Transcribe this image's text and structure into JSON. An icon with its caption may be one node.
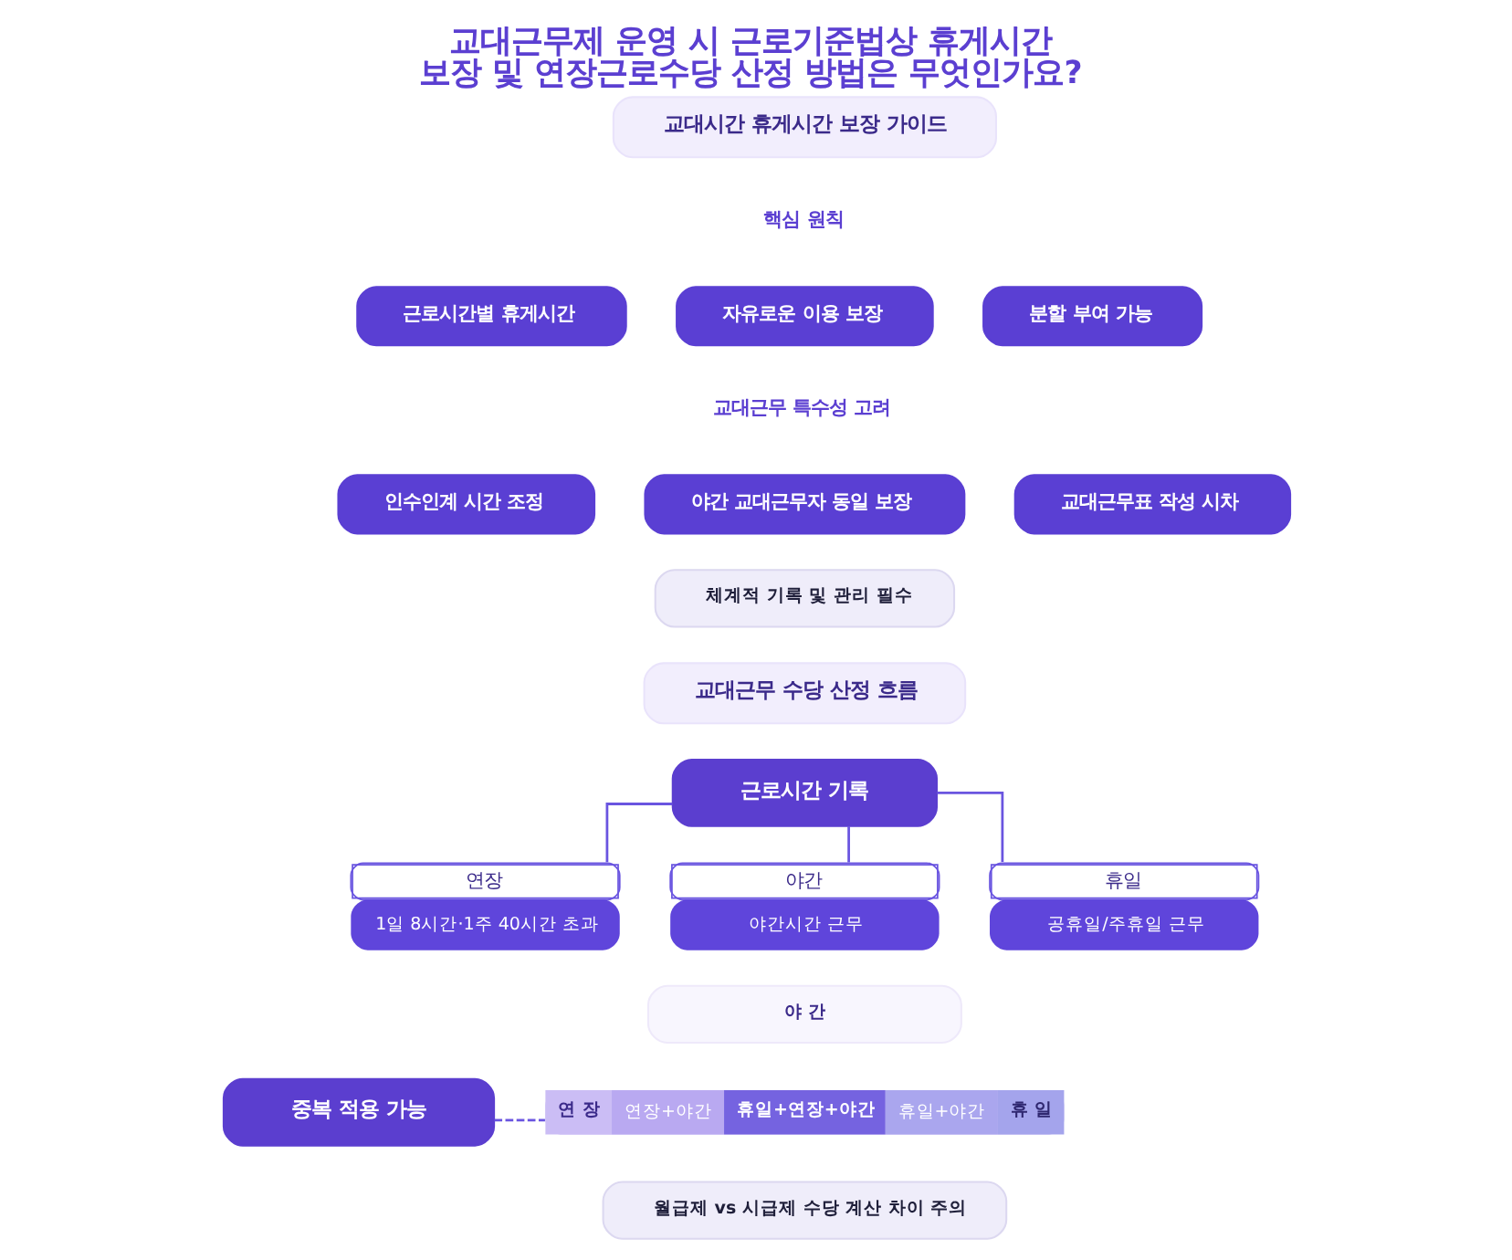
{
  "diagram": {
    "title": "교대근무제 운영 시 근로기준법상 휴게시간 보장 및 연장근로수당 산정 방법은 무엇인가요?",
    "nodes": [
      {
        "text": [
          "교대시간 휴게시간 보장 가이드"
        ]
      },
      {
        "text": [
          "근로시간별 휴게시간"
        ]
      },
      {
        "text": [
          "자유로운 이용 보장"
        ]
      },
      {
        "text": [
          "분할 부여 가능"
        ]
      },
      {
        "text": [
          "인수인계 시간 조정"
        ]
      },
      {
        "text": [
          "야간 교대근무자 동일 보장"
        ]
      },
      {
        "text": [
          "교대근무표 작성 시차"
        ]
      },
      {
        "text": [
          "체계적 기록 및 관리 필수"
        ]
      },
      {
        "text": [
          "교대근무 수당 산정 흐름"
        ]
      },
      {
        "text": [
          "근로시간 기록"
        ]
      },
      {
        "text": [
          "연장",
          "1일 8시간·1주 40시간 초과"
        ]
      },
      {
        "text": [
          "야간",
          "야간시간 근무"
        ]
      },
      {
        "text": [
          "휴일",
          "공휴일/주휴일 근무"
        ]
      },
      {
        "text": [
          "중복 적용 가능"
        ]
      },
      {
        "text": [
          "야 간"
        ]
      },
      {
        "text": [
          "연 장",
          "연장+야간",
          "휴일+연장+야간",
          "휴일+야간",
          "휴 일"
        ]
      },
      {
        "text": [
          "월급제 vs 시급제 수당 계산 차이 주의"
        ]
      }
    ],
    "edges": [
      {
        "from": 9,
        "to": 10,
        "arrow": "none"
      },
      {
        "from": 9,
        "to": 11,
        "arrow": "none"
      },
      {
        "from": 9,
        "to": 12,
        "arrow": "none"
      },
      {
        "from": 13,
        "to": 15,
        "arrow": "none",
        "style": "dashed"
      }
    ],
    "labels": [
      "핵심 원칙",
      "교대근무 특수성 고려"
    ]
  }
}
